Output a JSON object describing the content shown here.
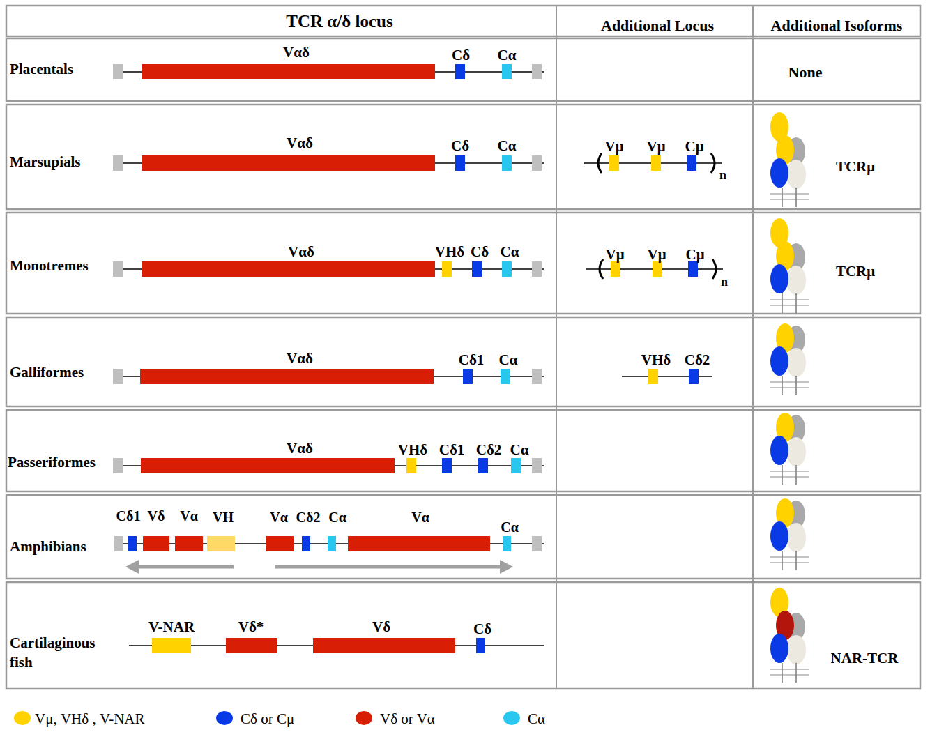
{
  "diagram": {
    "labels": [
      "TCR α/δ locus",
      "Additional Locus",
      "Additional Isoforms",
      "Placentals",
      "Vαδ",
      "Cδ",
      "Cα",
      "None",
      "Marsupials",
      "Vαδ",
      "Cδ",
      "Cα",
      "Vμ",
      "Vμ",
      "Cμ",
      "n",
      "TCRμ",
      "Monotremes",
      "Vαδ",
      "VHδ",
      "Cδ",
      "Cα",
      "Vμ",
      "Vμ",
      "Cμ",
      "n",
      "TCRμ",
      "Galliformes",
      "Vαδ",
      "Cδ1",
      "Cα",
      "VHδ",
      "Cδ2",
      "Passeriformes",
      "Vαδ",
      "VHδ",
      "Cδ1",
      "Cδ2",
      "Cα",
      "Amphibians",
      "Cδ1",
      "Vδ",
      "Vα",
      "VH",
      "Vα",
      "Cδ2",
      "Cα",
      "Vα",
      "Cα",
      "Cartilaginous fish",
      "V-NAR",
      "Vδ*",
      "Vδ",
      "Cδ",
      "NAR-TCR"
    ],
    "legend": [
      {
        "text": "Vμ, VHδ , V-NAR",
        "color": "#ffd200"
      },
      {
        "text": "Cδ or Cμ",
        "color": "#0a3ae6"
      },
      {
        "text": "Vδ or Vα",
        "color": "#d81e05"
      },
      {
        "text": "Cα",
        "color": "#29c6ef"
      }
    ]
  }
}
